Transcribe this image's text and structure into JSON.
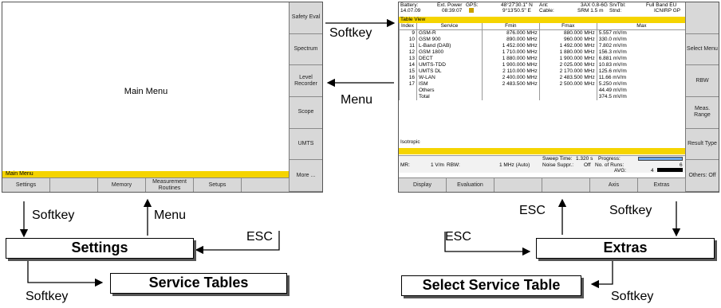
{
  "left_screen": {
    "title": "Main Menu",
    "status_bar": "Main Menu",
    "side_softkeys": [
      "Safety Eval",
      "Spectrum",
      "Level Recorder",
      "Scope",
      "UMTS",
      "More ..."
    ],
    "bottom_softkeys": [
      "Settings",
      "",
      "Memory",
      "Measurement Routines",
      "Setups",
      ""
    ]
  },
  "right_screen": {
    "header": {
      "battery": "Battery:",
      "ext_power": "Ext. Power",
      "gps": "GPS:",
      "lat": "48°27'30.1\" N",
      "ant": "Ant:",
      "ant_val": "3AX 0.8-6G",
      "srv": "SrvTbl:",
      "srv_val": "Full Band EU",
      "date": "14.07.09",
      "time": "08:39:07",
      "lon": "9°13'50.5\" E",
      "cable": "Cable:",
      "cable_val": "SRM 1.5 m",
      "stnd": "Stnd:",
      "stnd_val": "ICNIRP GP"
    },
    "table_view": "Table View",
    "columns": [
      "Index",
      "Service",
      "Fmin",
      "Fmax",
      "Max"
    ],
    "rows": [
      [
        "9",
        "GSM-R",
        "876.000 MHz",
        "880.000 MHz",
        "5.557 mV/m"
      ],
      [
        "10",
        "GSM 900",
        "890.000 MHz",
        "960.000 MHz",
        "330.0 mV/m"
      ],
      [
        "11",
        "L-Band (DAB)",
        "1 452.000 MHz",
        "1 492.000 MHz",
        "7.802 mV/m"
      ],
      [
        "12",
        "GSM 1800",
        "1 710.000 MHz",
        "1 880.000 MHz",
        "156.3 mV/m"
      ],
      [
        "13",
        "DECT",
        "1 880.000 MHz",
        "1 900.000 MHz",
        "6.881 mV/m"
      ],
      [
        "14",
        "UMTS-TDD",
        "1 900.000 MHz",
        "2 025.000 MHz",
        "10.83 mV/m"
      ],
      [
        "15",
        "UMTS DL",
        "2 110.000 MHz",
        "2 170.000 MHz",
        "125.6 mV/m"
      ],
      [
        "16",
        "W-LAN",
        "2 400.000 MHz",
        "2 483.500 MHz",
        "11.66 mV/m"
      ],
      [
        "17",
        "ISM",
        "2 483.500 MHz",
        "2 500.000 MHz",
        "5.250 mV/m"
      ],
      [
        "",
        "Others",
        "",
        "",
        "44.49 mV/m"
      ],
      [
        "",
        "Total",
        "",
        "",
        "374.5 mV/m"
      ]
    ],
    "isotropic": "Isotropic",
    "meas": {
      "mr": "MR:",
      "mr_val": "1 V/m",
      "rbw": "RBW:",
      "rbw_val": "1 MHz (Auto)",
      "sweep": "Sweep Time:",
      "sweep_val": "1.320 s",
      "noise": "Noise Suppr.:",
      "noise_val": "Off",
      "progress": "Progress:",
      "runs": "No. of Runs:",
      "runs_val": "6",
      "avg": "AVG:",
      "avg_val": "4"
    },
    "side_softkeys": [
      "",
      "Select Menu",
      "RBW",
      "Meas. Range",
      "Result Type",
      "Others: Off"
    ],
    "bottom_softkeys": [
      "Display",
      "Evaluation",
      "",
      "",
      "Axis",
      "Extras"
    ]
  },
  "flow": {
    "box_settings": "Settings",
    "box_service_tables": "Service Tables",
    "box_extras": "Extras",
    "box_select_service_table": "Select Service Table",
    "lbl_softkey_top": "Softkey",
    "lbl_menu_top": "Menu",
    "lbl_softkey_left": "Softkey",
    "lbl_menu_left": "Menu",
    "lbl_esc_left": "ESC",
    "lbl_softkey_bottom_left": "Softkey",
    "lbl_esc_right": "ESC",
    "lbl_softkey_right": "Softkey",
    "lbl_esc_right2": "ESC",
    "lbl_softkey_bottom_right": "Softkey"
  }
}
